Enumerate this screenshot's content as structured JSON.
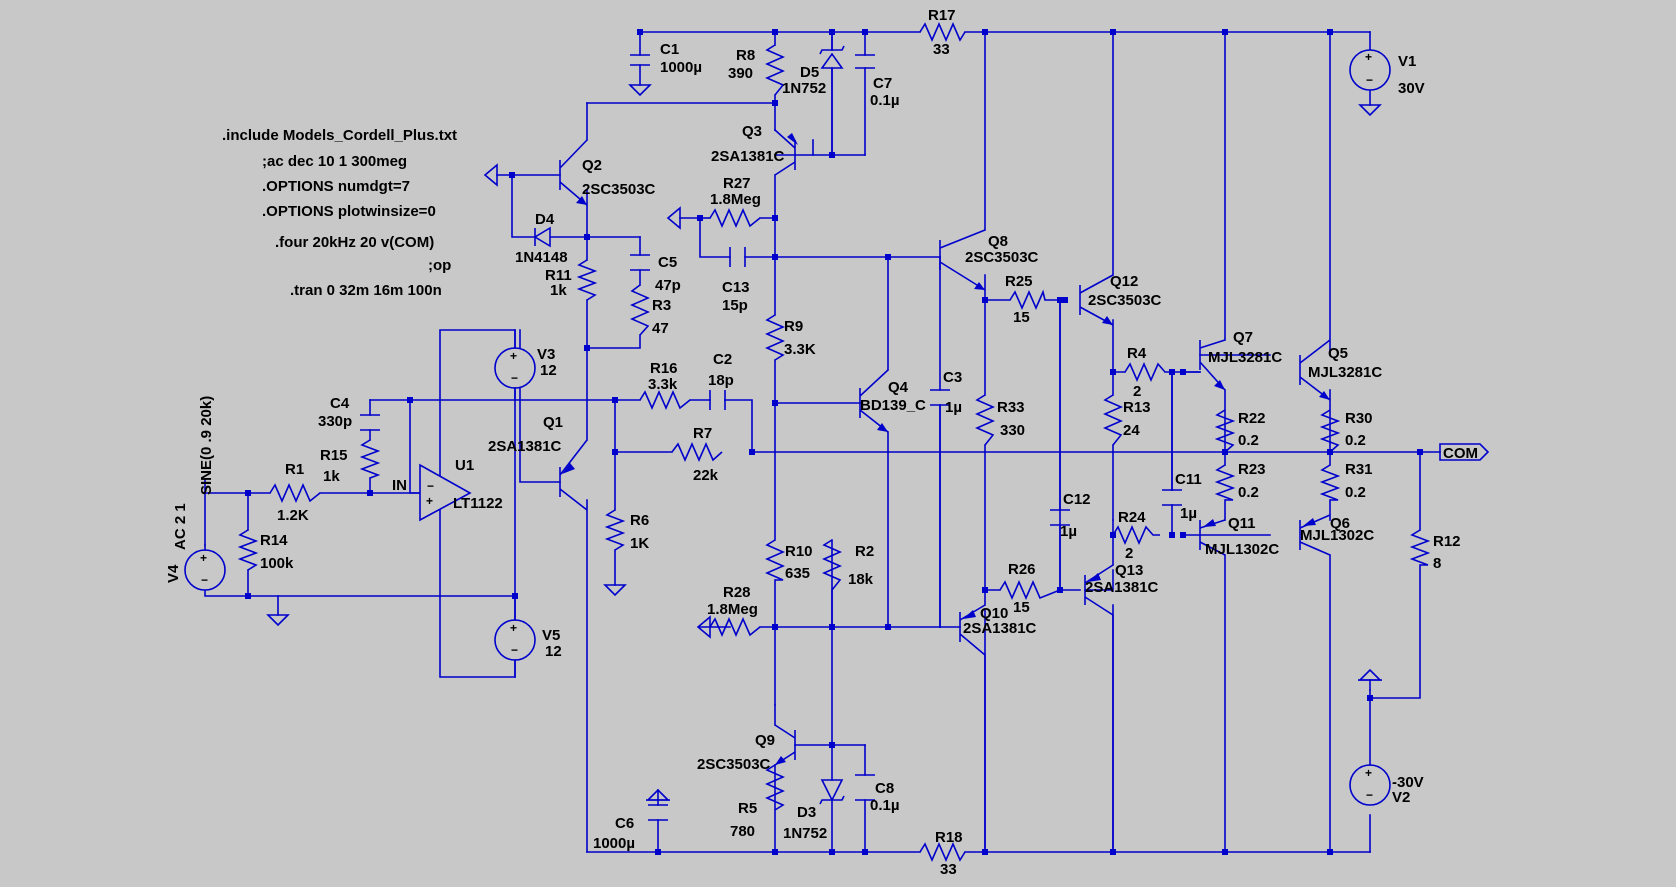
{
  "colors": {
    "background": "#c8c8c8",
    "wire": "#0000cc",
    "text": "#000000"
  },
  "directives": {
    "include": ".include Models_Cordell_Plus.txt",
    "ac": ";ac dec 10 1 300meg",
    "numdgt": ".OPTIONS numdgt=7",
    "plotwinsize": ".OPTIONS plotwinsize=0",
    "four": ".four 20kHz 20 v(COM)",
    "op": ";op",
    "tran": ".tran 0 32m 16m 100n"
  },
  "labels": {
    "R17": "R17",
    "R17v": "33",
    "C1": "C1",
    "C1v": "1000µ",
    "R8": "R8",
    "R8v": "390",
    "D5": "D5",
    "D5v": "1N752",
    "C7": "C7",
    "C7v": "0.1µ",
    "V1": "V1",
    "V1v": "30V",
    "Q3": "Q3",
    "Q3v": "2SA1381C",
    "Q2": "Q2",
    "Q2v": "2SC3503C",
    "R27": "R27",
    "R27v": "1.8Meg",
    "D4": "D4",
    "D4v": "1N4148",
    "C5": "C5",
    "C5v": "47p",
    "R11": "R11",
    "R11v": "1k",
    "R3": "R3",
    "R3v": "47",
    "C13": "C13",
    "C13v": "15p",
    "Q8": "Q8",
    "Q8v": "2SC3503C",
    "R25": "R25",
    "R25v": "15",
    "Q12": "Q12",
    "Q12v": "2SC3503C",
    "R9": "R9",
    "R9v": "3.3K",
    "V3": "V3",
    "V3v": "12",
    "R16": "R16",
    "R16v": "3.3k",
    "C2": "C2",
    "C2v": "18p",
    "Q4": "Q4",
    "Q4v": "BD139_C",
    "C3": "C3",
    "C3v": "1µ",
    "Q7": "Q7",
    "Q7v": "MJL3281C",
    "Q5": "Q5",
    "Q5v": "MJL3281C",
    "R4": "R4",
    "R4v": "2",
    "C4": "C4",
    "C4v": "330p",
    "Q1": "Q1",
    "Q1v": "2SA1381C",
    "R33": "R33",
    "R33v": "330",
    "R13": "R13",
    "R13v": "24",
    "R22": "R22",
    "R22v": "0.2",
    "R30": "R30",
    "R30v": "0.2",
    "R15": "R15",
    "R15v": "1k",
    "R7": "R7",
    "R7v": "22k",
    "COM": "COM",
    "U1": "U1",
    "U1v": "LT1122",
    "IN": "IN",
    "R1": "R1",
    "R1v": "1.2K",
    "R23": "R23",
    "R23v": "0.2",
    "R31": "R31",
    "R31v": "0.2",
    "C11": "C11",
    "C11v": "1µ",
    "SINE": "SINE(0 .9 20k)",
    "AC": "AC 2 1",
    "V4": "V4",
    "R6": "R6",
    "R6v": "1K",
    "C12": "C12",
    "C12v": "1µ",
    "R24": "R24",
    "R24v": "2",
    "Q11": "Q11",
    "Q11v": "MJL1302C",
    "Q6": "Q6",
    "Q6v": "MJL1302C",
    "R14": "R14",
    "R14v": "100k",
    "R10": "R10",
    "R10v": "635",
    "R2": "R2",
    "R2v": "18k",
    "Q13": "Q13",
    "Q13v": "2SA1381C",
    "R12": "R12",
    "R12v": "8",
    "R26": "R26",
    "R26v": "15",
    "R28": "R28",
    "R28v": "1.8Meg",
    "Q10": "Q10",
    "Q10v": "2SA1381C",
    "V5": "V5",
    "V5v": "12",
    "Q9": "Q9",
    "Q9v": "2SC3503C",
    "C8": "C8",
    "C8v": "0.1µ",
    "R5": "R5",
    "R5v": "780",
    "D3": "D3",
    "D3v": "1N752",
    "C6": "C6",
    "C6v": "1000µ",
    "R18": "R18",
    "R18v": "33",
    "V2": "V2",
    "V2v": "-30V"
  }
}
